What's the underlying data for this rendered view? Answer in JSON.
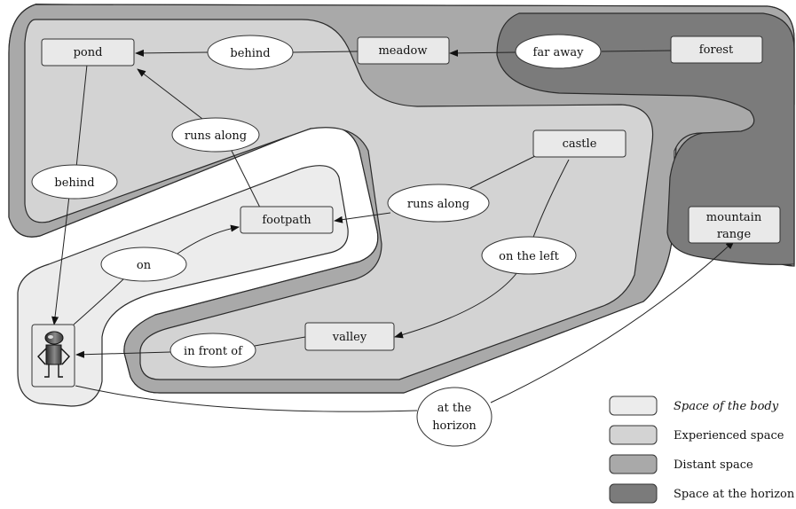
{
  "colors": {
    "body": "#ececec",
    "experienced": "#d3d3d3",
    "distant": "#a9a9a9",
    "horizon": "#7b7b7b"
  },
  "figure_icon": "person-icon",
  "nodes": {
    "pond": "pond",
    "meadow": "meadow",
    "forest": "forest",
    "castle": "castle",
    "footpath": "footpath",
    "mountain_line1": "mountain",
    "mountain_line2": "range",
    "valley": "valley"
  },
  "relations": {
    "behind_top": "behind",
    "far_away": "far away",
    "runs_along_left": "runs along",
    "behind_left": "behind",
    "runs_along_right": "runs along",
    "on": "on",
    "on_the_left": "on the left",
    "in_front_of": "in front of",
    "horizon_line1": "at the",
    "horizon_line2": "horizon"
  },
  "legend": [
    {
      "label": "Space of the body",
      "color": "#ececec",
      "italic": true
    },
    {
      "label": "Experienced space",
      "color": "#d3d3d3",
      "italic": false
    },
    {
      "label": "Distant space",
      "color": "#a9a9a9",
      "italic": false
    },
    {
      "label": "Space at the horizon",
      "color": "#7b7b7b",
      "italic": false
    }
  ]
}
